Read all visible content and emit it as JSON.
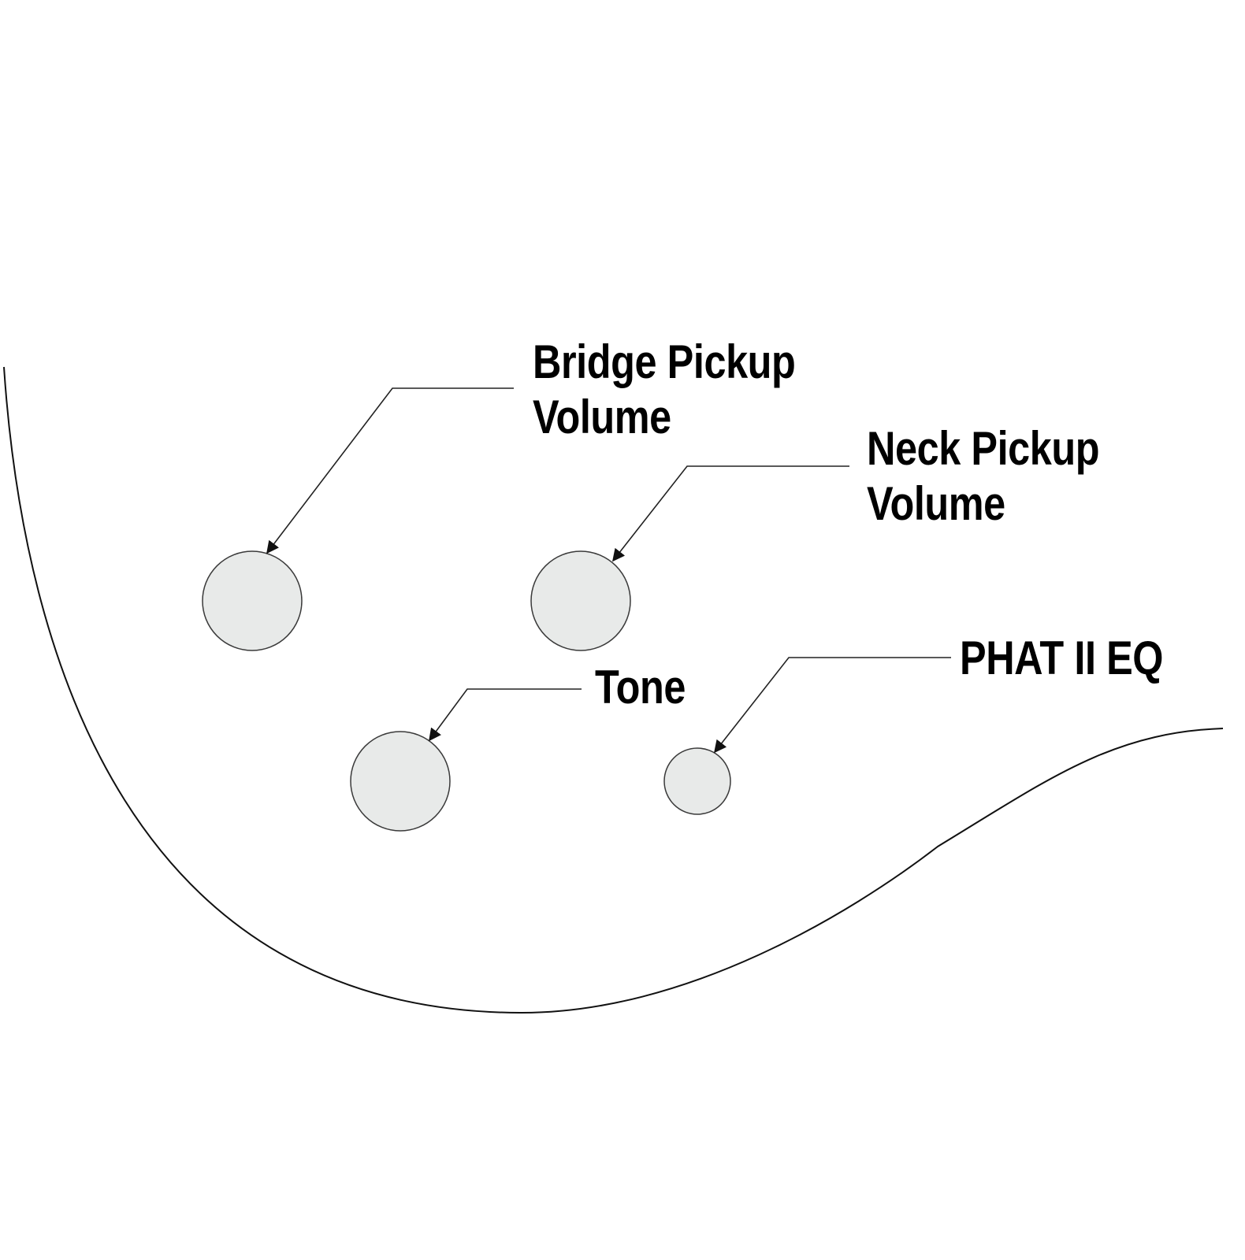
{
  "controls": {
    "bridge_volume": {
      "line1": "Bridge Pickup",
      "line2": "Volume"
    },
    "neck_volume": {
      "line1": "Neck Pickup",
      "line2": "Volume"
    },
    "tone": {
      "line1": "Tone"
    },
    "phat_eq": {
      "line1": "PHAT II EQ"
    }
  },
  "colors": {
    "knob_fill": "#e8eae9",
    "outline": "#111111",
    "background": "#ffffff"
  }
}
